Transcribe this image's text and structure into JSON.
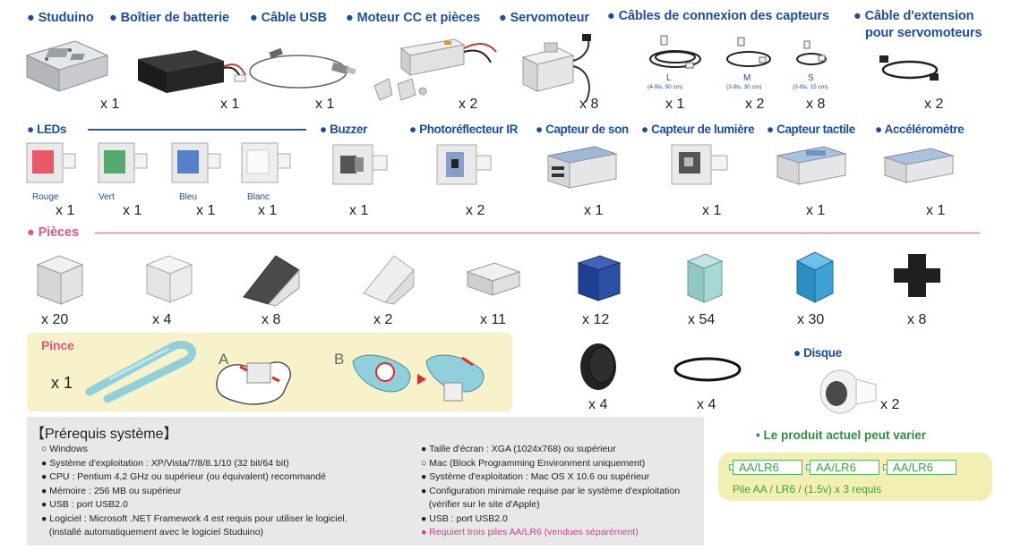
{
  "row1": {
    "studuino": {
      "title": "● Studuino",
      "qty": "x 1"
    },
    "battery_box": {
      "title": "● Boîtier de batterie",
      "qty": "x 1"
    },
    "usb_cable": {
      "title": "● Câble USB",
      "qty": "x 1"
    },
    "dc_motor": {
      "title": "● Moteur CC et pièces",
      "qty": "x 2"
    },
    "servomotor": {
      "title": "● Servomoteur",
      "qty": "x 8"
    },
    "sensor_cables": {
      "title": "● Câbles de connexion des capteurs",
      "items": [
        {
          "size": "L",
          "spec": "(4-fils, 50 cm)",
          "qty": "x 1"
        },
        {
          "size": "M",
          "spec": "(3-fils, 30 cm)",
          "qty": "x 2"
        },
        {
          "size": "S",
          "spec": "(3-fils, 15 cm)",
          "qty": "x 8"
        }
      ]
    },
    "servo_extension": {
      "title_line1": "● Câble d'extension",
      "title_line2": "pour servomoteurs",
      "qty": "x 2"
    }
  },
  "row2": {
    "leds": {
      "title": "● LEDs",
      "items": [
        {
          "label": "Rouge",
          "qty": "x 1",
          "color": "#e8404f"
        },
        {
          "label": "Vert",
          "qty": "x 1",
          "color": "#3aa057"
        },
        {
          "label": "Bleu",
          "qty": "x 1",
          "color": "#3a6fc4"
        },
        {
          "label": "Blanc",
          "qty": "x 1",
          "color": "#f2f2f2"
        }
      ]
    },
    "buzzer": {
      "title": "● Buzzer",
      "qty": "x 1"
    },
    "ir_photoreflector": {
      "title": "● Photoréflecteur IR",
      "qty": "x 2"
    },
    "sound_sensor": {
      "title": "● Capteur de son",
      "qty": "x 1"
    },
    "light_sensor": {
      "title": "● Capteur de lumière",
      "qty": "x 1"
    },
    "touch_sensor": {
      "title": "● Capteur tactile",
      "qty": "x 1"
    },
    "accelerometer": {
      "title": "● Accéléromètre",
      "qty": "x 1"
    }
  },
  "pieces": {
    "title": "● Pièces",
    "items": [
      {
        "qty": "x 20"
      },
      {
        "qty": "x 4"
      },
      {
        "qty": "x 8"
      },
      {
        "qty": "x 2"
      },
      {
        "qty": "x 11"
      },
      {
        "qty": "x 12"
      },
      {
        "qty": "x 54"
      },
      {
        "qty": "x 30"
      },
      {
        "qty": "x 8"
      }
    ]
  },
  "pince": {
    "title": "Pince",
    "qty": "x 1",
    "step_a": "A",
    "step_b": "B"
  },
  "wheel": {
    "qty": "x 4"
  },
  "band": {
    "qty": "x 4"
  },
  "disque": {
    "title": "● Disque",
    "qty": "x 2"
  },
  "requirements": {
    "title": "【Prérequis système】",
    "left": [
      "○ Windows",
      "● Système d'exploitation : XP/Vista/7/8/8.1/10 (32 bit/64 bit)",
      "● CPU : Pentium 4,2 GHz ou supérieur (ou équivalent) recommandé",
      "● Mémoire : 256 MB ou supérieur",
      "● USB : port USB2.0",
      "● Logiciel : Microsoft .NET Framework 4 est requis pour utiliser le logiciel.",
      "   (installé automatiquement avec le logiciel Studuino)"
    ],
    "right": [
      "● Taille d'écran : XGA (1024x768) ou supérieur",
      "○ Mac (Block Programming Environment uniquement)",
      "● Système d'exploitation : Mac OS X 10.6 ou supérieur",
      "● Configuration minimale requise par le système d'exploitation",
      "   (vérifier sur le site d'Apple)",
      "● USB : port USB2.0"
    ],
    "right_note": "● Requiert trois piles AA/LR6 (vendues séparément)",
    "note_color": "#e0368a"
  },
  "product_note": "• Le produit actuel peut varier",
  "batteries": {
    "labels": [
      "AA/LR6",
      "AA/LR6",
      "AA/LR6"
    ],
    "caption": "Pile AA / LR6 / (1.5v) x 3 requis"
  }
}
